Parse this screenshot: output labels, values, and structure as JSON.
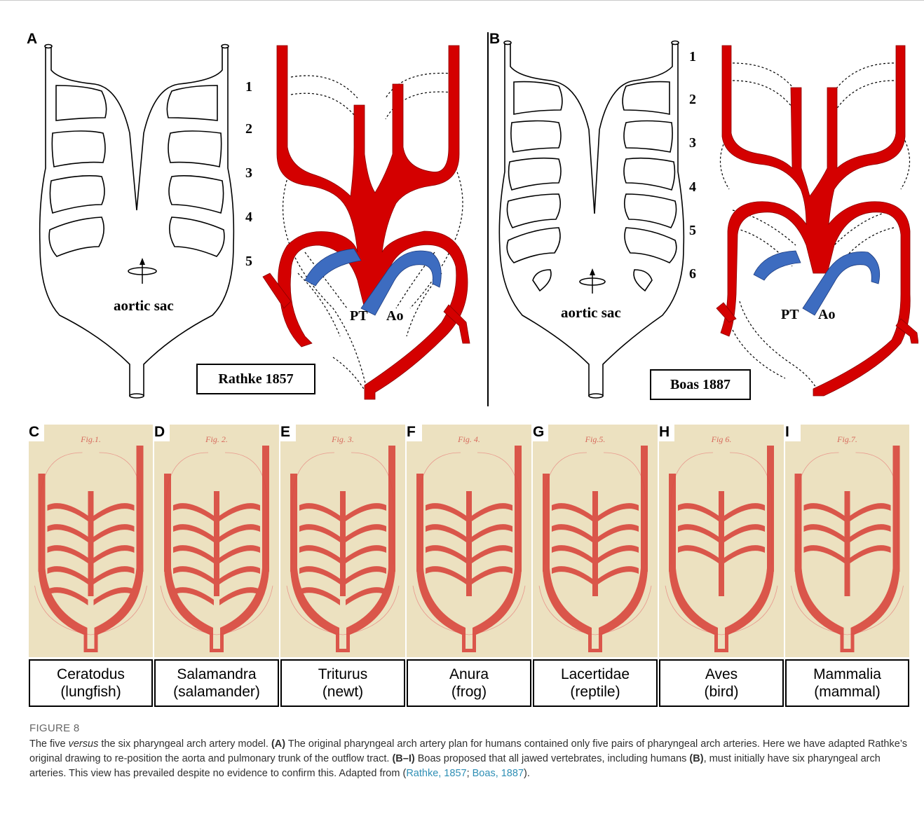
{
  "panels": {
    "A": {
      "letter": "A",
      "aortic_sac": "aortic sac",
      "arch_numbers": [
        "1",
        "2",
        "3",
        "4",
        "5"
      ],
      "pt": "PT",
      "ao": "Ao",
      "reference": "Rathke 1857"
    },
    "B": {
      "letter": "B",
      "aortic_sac": "aortic sac",
      "arch_numbers": [
        "1",
        "2",
        "3",
        "4",
        "5",
        "6"
      ],
      "pt": "PT",
      "ao": "Ao",
      "reference": "Boas 1887"
    }
  },
  "species": [
    {
      "letter": "C",
      "fig": "Fig.1.",
      "name": "Ceratodus",
      "common": "(lungfish)"
    },
    {
      "letter": "D",
      "fig": "Fig. 2.",
      "name": "Salamandra",
      "common": "(salamander)"
    },
    {
      "letter": "E",
      "fig": "Fig. 3.",
      "name": "Triturus",
      "common": "(newt)"
    },
    {
      "letter": "F",
      "fig": "Fig. 4.",
      "name": "Anura",
      "common": "(frog)"
    },
    {
      "letter": "G",
      "fig": "Fig.5.",
      "name": "Lacertidae",
      "common": "(reptile)"
    },
    {
      "letter": "H",
      "fig": "Fig 6.",
      "name": "Aves",
      "common": "(bird)"
    },
    {
      "letter": "I",
      "fig": "Fig.7.",
      "name": "Mammalia",
      "common": "(mammal)"
    }
  ],
  "colors": {
    "artery_red": "#d40000",
    "pulmonary_blue": "#3d6cc0",
    "photo_bg": "#ece1c0",
    "photo_red": "#d9473e",
    "link": "#2f8fb5"
  },
  "caption": {
    "figure_number": "FIGURE 8",
    "line1": "The five ",
    "versus": "versus",
    "line1b": " the six pharyngeal arch artery model. ",
    "a_label": "(A)",
    "a_text": " The original pharyngeal arch artery plan for humans contained only five pairs of pharyngeal arch arteries. Here we have adapted Rathke’s original drawing to re-position the aorta and pulmonary trunk of the outflow tract. ",
    "bi_label": "(B–I)",
    "bi_text": " Boas proposed that all jawed vertebrates, including humans ",
    "b_label": "(B)",
    "b_text": ", must initially have six pharyngeal arch arteries. This view has prevailed despite no evidence to confirm this. Adapted from (",
    "ref1": "Rathke, 1857",
    "sep": "; ",
    "ref2": "Boas, 1887",
    "end": ")."
  }
}
